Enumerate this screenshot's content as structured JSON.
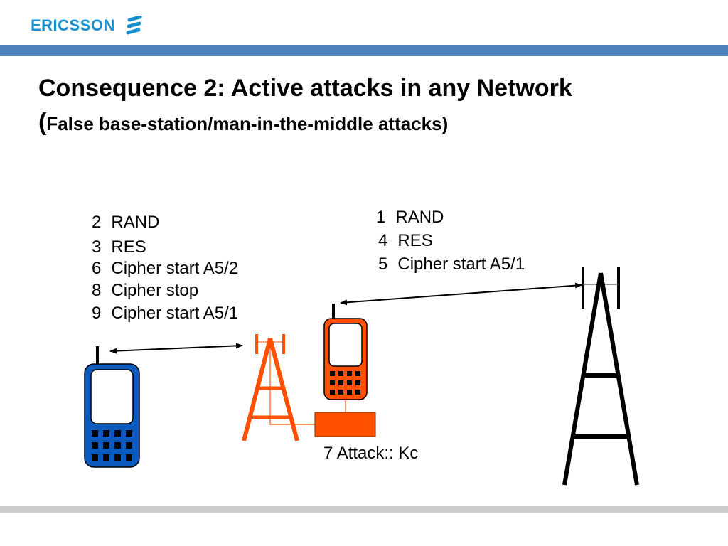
{
  "header": {
    "brand": "ERICSSON",
    "brand_color": "#1a8fd0",
    "bar_color": "#4f81bd",
    "logo_icon": "ericsson-logo-icon"
  },
  "slide": {
    "title": "Consequence 2: Active attacks in any Network",
    "subtitle_open": "(",
    "subtitle": "False base-station/man-in-the-middle attacks",
    "subtitle_close": ")"
  },
  "diagram": {
    "left_messages": [
      {
        "num": "2",
        "label": "RAND"
      },
      {
        "num": "3",
        "label": "RES"
      },
      {
        "num": "6",
        "label": "Cipher start A5/2"
      },
      {
        "num": "8",
        "label": "Cipher stop"
      },
      {
        "num": "9",
        "label": "Cipher start A5/1"
      }
    ],
    "right_messages": [
      {
        "num": "1",
        "label": "RAND"
      },
      {
        "num": "4",
        "label": "RES"
      },
      {
        "num": "5",
        "label": "Cipher start A5/1"
      }
    ],
    "attack_label": "7 Attack:: Kc",
    "colors": {
      "victim_phone": "#0a5bbd",
      "attacker": "#ff5000",
      "genuine_tower": "#000000"
    },
    "nodes": [
      {
        "name": "victim-mobile-phone",
        "icon": "mobile-phone-icon"
      },
      {
        "name": "false-base-station",
        "icon": "antenna-tower-icon"
      },
      {
        "name": "attacker-mobile-phone",
        "icon": "mobile-phone-icon"
      },
      {
        "name": "attacker-processing-unit",
        "icon": "box-icon"
      },
      {
        "name": "genuine-base-station",
        "icon": "antenna-tower-icon"
      }
    ]
  }
}
